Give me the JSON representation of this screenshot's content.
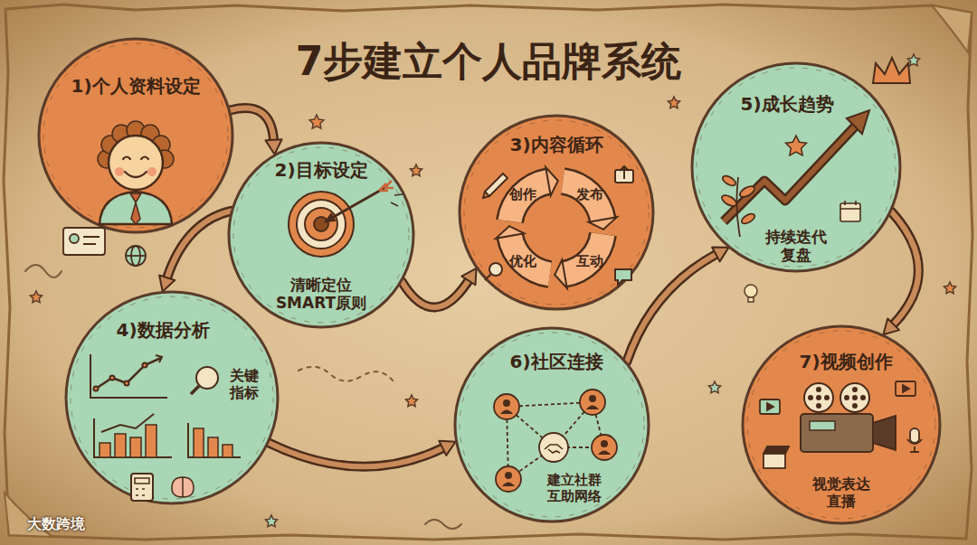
{
  "diagram": {
    "title": "7步建立个人品牌系统",
    "nodes": [
      {
        "text": [
          "1)个人资料设定"
        ]
      },
      {
        "text": [
          "2)目标设定",
          "清晰定位 SMART原则"
        ]
      },
      {
        "text": [
          "3)内容循环",
          "创作",
          "发布",
          "互动",
          "优化"
        ]
      },
      {
        "text": [
          "4)数据分析",
          "关键 指标"
        ]
      },
      {
        "text": [
          "5)成长趋势",
          "持续迭代 复盘"
        ]
      },
      {
        "text": [
          "6)社区连接",
          "建立社群 互助网络"
        ]
      },
      {
        "text": [
          "7)视频创作",
          "视觉表达 直播"
        ]
      }
    ],
    "edges": [
      {
        "from": 0,
        "to": 1,
        "arrow": "to"
      },
      {
        "from": 1,
        "to": 3,
        "arrow": "to"
      },
      {
        "from": 1,
        "to": 2,
        "arrow": "to"
      },
      {
        "from": 3,
        "to": 5,
        "arrow": "to"
      },
      {
        "from": 5,
        "to": 4,
        "arrow": "to"
      },
      {
        "from": 4,
        "to": 6,
        "arrow": "to"
      }
    ],
    "labels": [
      "大数跨境"
    ]
  }
}
